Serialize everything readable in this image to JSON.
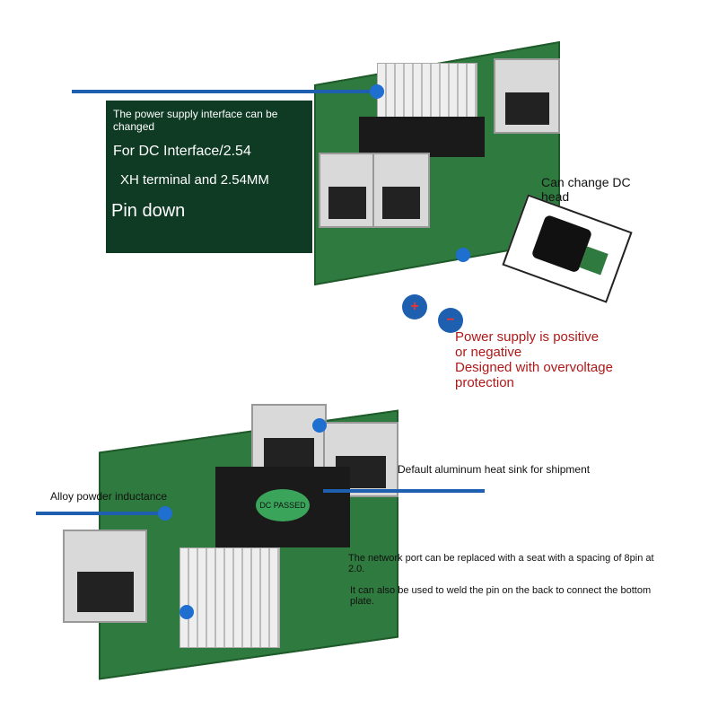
{
  "top_callout": {
    "line1": "The power supply interface can be changed",
    "line2": "For DC Interface/2.54",
    "line3": "XH terminal and 2.54MM",
    "line4": "Pin down"
  },
  "dc_head_label": "Can change DC head",
  "polarity": {
    "plus": "+",
    "minus": "−",
    "text1": "Power supply is positive or negative",
    "text2": "Designed with overvoltage protection"
  },
  "heat_sink_label": "Default aluminum heat sink for shipment",
  "inductance_label": "Alloy powder inductance",
  "network_port_label": "The network port can be replaced with a seat with a spacing of 8pin at 2.0.",
  "weld_label": "It can also be used to weld the pin on the back to connect the bottom plate.",
  "chip_text": "DC PASSED",
  "colors": {
    "board": "#2f7a3e",
    "callout": "#0f3a24",
    "accent_line": "#1e5fb0",
    "red_text": "#b01818"
  }
}
